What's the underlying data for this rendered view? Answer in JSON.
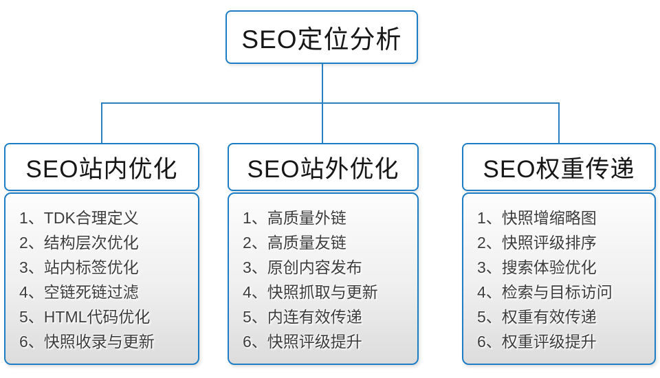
{
  "title": "SEO定位分析",
  "colors": {
    "accent_border": "#1d7dc4",
    "connector": "#2a80c2",
    "header_text": "#161616",
    "item_text": "#3c3c3c",
    "panel_gradient_top": "#fdfdfd",
    "panel_gradient_bottom": "#dcdcdc",
    "background": "#ffffff"
  },
  "columns": [
    {
      "title": "SEO站内优化",
      "items": [
        "1、TDK合理定义",
        "2、结构层次优化",
        "3、站内标签优化",
        "4、空链死链过滤",
        "5、HTML代码优化",
        "6、快照收录与更新"
      ]
    },
    {
      "title": "SEO站外优化",
      "items": [
        "1、高质量外链",
        "2、高质量友链",
        "3、原创内容发布",
        "4、快照抓取与更新",
        "5、内连有效传递",
        "6、快照评级提升"
      ]
    },
    {
      "title": "SEO权重传递",
      "items": [
        "1、快照增缩略图",
        "2、快照评级排序",
        "3、搜索体验优化",
        "4、检索与目标访问",
        "5、权重有效传递",
        "6、权重评级提升"
      ]
    }
  ]
}
